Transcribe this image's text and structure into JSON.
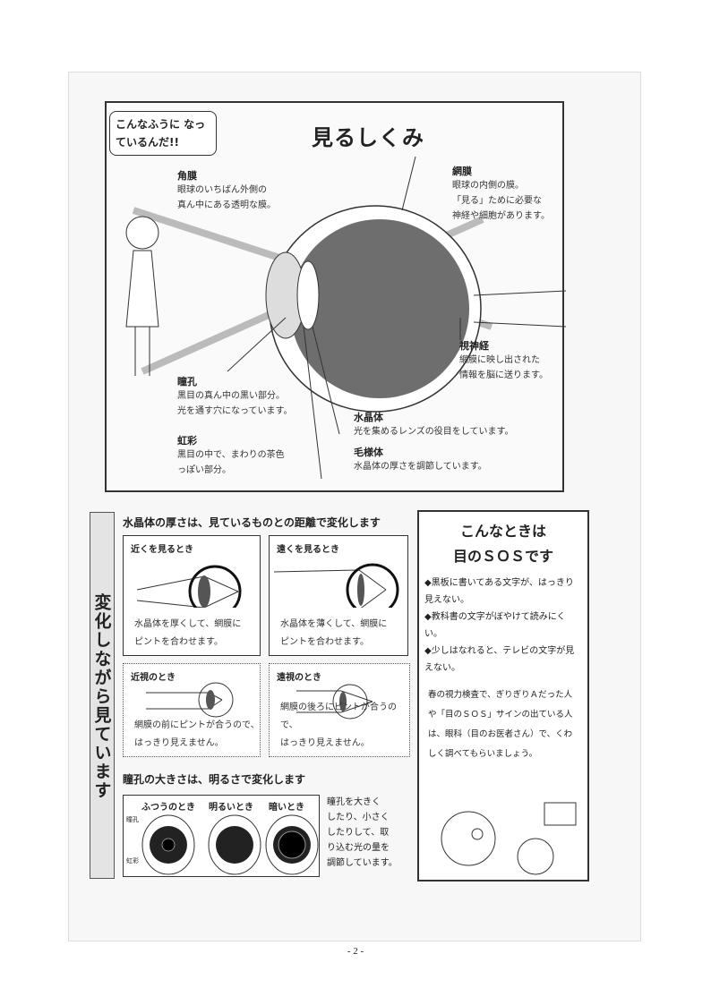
{
  "speech_bubble": "こんなふうに なっているんだ!!",
  "title": "見るしくみ",
  "parts": [
    {
      "name": "角膜",
      "desc": [
        "眼球のいちばん外側の",
        "真ん中にある透明な膜。"
      ]
    },
    {
      "name": "網膜",
      "desc": [
        "眼球の内側の膜。",
        "「見る」ために必要な",
        "神経や細胞があります。"
      ]
    },
    {
      "name": "視神経",
      "desc": [
        "網膜に映し出された",
        "情報を脳に送ります。"
      ]
    },
    {
      "name": "瞳孔",
      "desc": [
        "黒目の真ん中の黒い部分。",
        "光を通す穴になっています。"
      ]
    },
    {
      "name": "虹彩",
      "desc": [
        "黒目の中で、まわりの茶色",
        "っぽい部分。"
      ]
    },
    {
      "name": "水晶体",
      "desc": [
        "光を集めるレンズの役目をしています。"
      ]
    },
    {
      "name": "毛様体",
      "desc": [
        "水晶体の厚さを調節しています。"
      ]
    }
  ],
  "side_banner": "変化しながら見ています",
  "lens_section": {
    "heading": "水晶体の厚さは、見ているものとの距離で変化します",
    "panels": [
      {
        "title": "近くを見るとき",
        "text": [
          "水晶体を厚くして、網膜に",
          "ピントを合わせます。"
        ]
      },
      {
        "title": "遠くを見るとき",
        "text": [
          "水晶体を薄くして、網膜に",
          "ピントを合わせます。"
        ]
      },
      {
        "title": "近視のとき",
        "text": [
          "網膜の前にピントが合うので、",
          "はっきり見えません。"
        ]
      },
      {
        "title": "遠視のとき",
        "text": [
          "網膜の後ろにピントが合うので、",
          "はっきり見えません。"
        ]
      }
    ]
  },
  "pupil_section": {
    "heading": "瞳孔の大きさは、明るさで変化します",
    "states": [
      "ふつうのとき",
      "明るいとき",
      "暗いとき"
    ],
    "label_pupil": "瞳孔",
    "label_iris": "虹彩",
    "note": [
      "瞳孔を大きく",
      "したり、小さく",
      "したりして、取",
      "り込む光の量を",
      "調節しています。"
    ]
  },
  "sos": {
    "title_line1": "こんなときは",
    "title_line2": "目のＳＯＳです",
    "items": [
      "◆黒板に書いてある文字が、はっきり見えない。",
      "◆教科書の文字がぼやけて読みにくい。",
      "◆少しはなれると、テレビの文字が見えない。"
    ],
    "advice": "春の視力検査で、ぎりぎりＡだった人や「目のＳＯＳ」サインの出ている人は、眼科（目のお医者さん）で、くわしく調べてもらいましょう。"
  },
  "page_number": "- 2 -"
}
